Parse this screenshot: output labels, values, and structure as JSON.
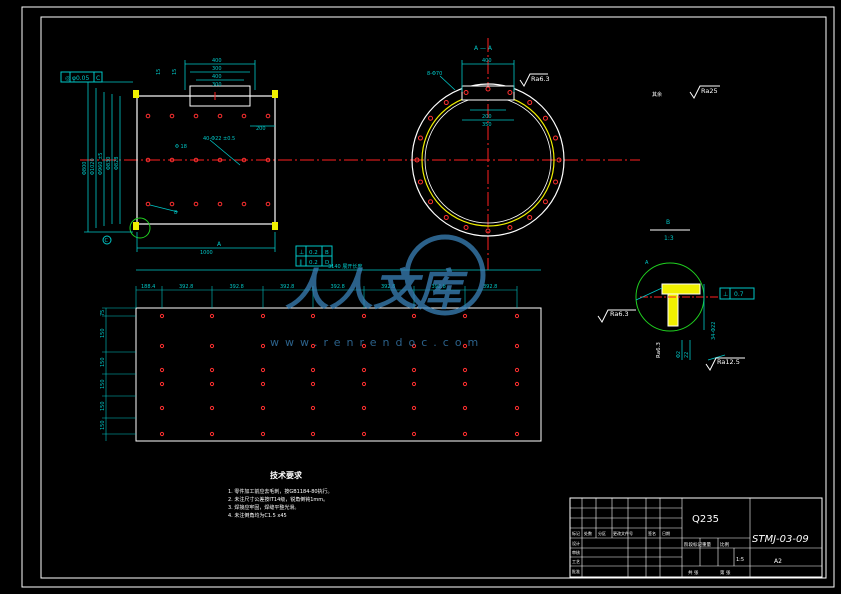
{
  "section_label": "A — A",
  "front_view": {
    "gdt_flatness": [
      "◎",
      "φ0.05",
      "C"
    ],
    "dims_top": [
      "400",
      "300",
      "400",
      "300"
    ],
    "dim_small_top": "15",
    "dim_small_top2": "15",
    "dim_height_labels": [
      "Φ800",
      "Φ1020",
      "Φ960 ±5",
      "Φ830",
      "Φ828"
    ],
    "hole_note": "40-Φ22 ±0.5",
    "phi_note": "Φ 18",
    "dim_right": "200",
    "datum_letter": "C",
    "dim_bottom": "1000",
    "section_marker": "A",
    "weld_mark": "8"
  },
  "circle_view": {
    "dim_top": "400",
    "dim_mid": "200",
    "dim_mid2": "350",
    "label_left": "8-Φ70",
    "roughness": "Ra6.3"
  },
  "other_roughness": {
    "label": "其余",
    "value": "Ra25"
  },
  "detail_view": {
    "title": "B",
    "scale": "1:3",
    "roughness_left": "Ra6.3",
    "roughness_bottom": "Ra12.5",
    "roughness_mid": "Ra6.3",
    "gdt": [
      "⊥",
      "0.7"
    ],
    "dim_right": "34-Φ22",
    "dims_bottom": [
      "Φ2",
      "22"
    ],
    "marker": "A"
  },
  "plate_view": {
    "gdt": [
      [
        "⊥",
        "0.2",
        "B"
      ],
      [
        "∥",
        "0.2",
        "D"
      ]
    ],
    "total_length": "3140 展开长度",
    "spacing_labels": [
      "188.4",
      "392.8",
      "392.8",
      "392.8",
      "392.8",
      "392.8",
      "392.8",
      "392.8"
    ],
    "row_labels": [
      "75",
      "150",
      "150",
      "150",
      "150",
      "150"
    ]
  },
  "tech_requirements": {
    "title": "技术要求",
    "items": [
      "1. 零件加工前应去毛刺，按GB1184-80执行。",
      "2. 未注尺寸公差按IT14级，锐角倒钝1mm。",
      "3. 焊接应牢固，焊缝平整光滑。",
      "4. 未注倒角均为C1.5 x45"
    ]
  },
  "title_block": {
    "material": "Q235",
    "drawing_number": "STMJ-03-09",
    "sheet": "A2",
    "scale": "1:5",
    "rows_left": [
      "标记",
      "处数",
      "分区",
      "更改文件号",
      "签名",
      "日期"
    ],
    "rows": [
      "设计",
      "审核",
      "工艺",
      "批准"
    ],
    "stage_label": "阶段标记",
    "weight_label": "重量",
    "scale_label": "比例",
    "sheet_labels": [
      "共 张",
      "第 张"
    ]
  },
  "watermark": {
    "text": "人人文库",
    "url": "www.renrendoc.com"
  },
  "colors": {
    "background": "#000000",
    "frame": "#ffffff",
    "dimension": "#00c8c8",
    "centerline": "#ff2020",
    "hole": "#ff3030",
    "part_yellow": "#f0f000",
    "detail_green": "#20d020",
    "watermark": "#3a82b8"
  }
}
